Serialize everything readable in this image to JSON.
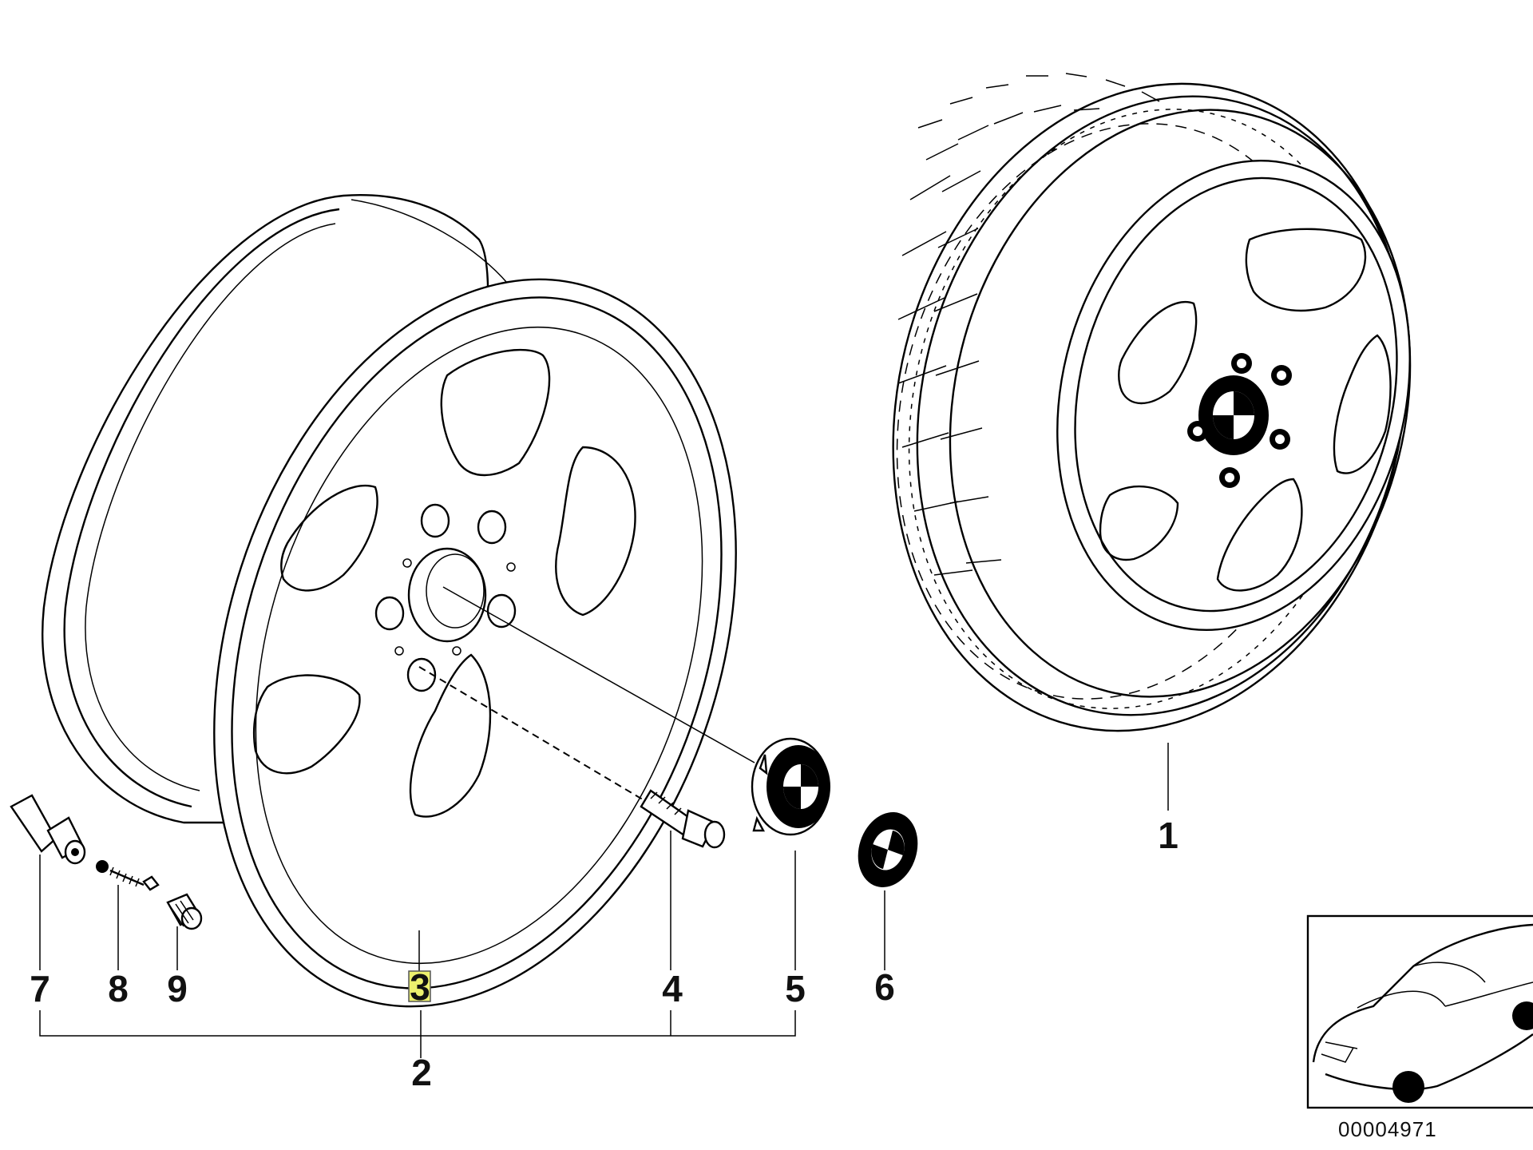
{
  "diagram": {
    "callouts": [
      {
        "id": "1",
        "label": "1"
      },
      {
        "id": "2",
        "label": "2"
      },
      {
        "id": "3",
        "label": "3",
        "highlight": "#ecf06e"
      },
      {
        "id": "4",
        "label": "4"
      },
      {
        "id": "5",
        "label": "5"
      },
      {
        "id": "6",
        "label": "6"
      },
      {
        "id": "7",
        "label": "7"
      },
      {
        "id": "8",
        "label": "8"
      },
      {
        "id": "9",
        "label": "9"
      }
    ],
    "document_number": "00004971",
    "highlight_color": "#ecf06e",
    "line_color": "#000000",
    "background": "#ffffff"
  }
}
